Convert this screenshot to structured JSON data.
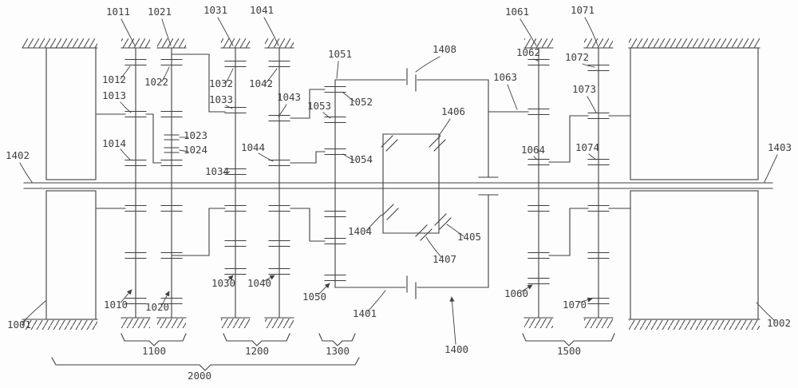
{
  "colors": {
    "ink": "#3f3f3f",
    "paper": "#fdfdfd"
  },
  "labels": {
    "1011": "1011",
    "1021": "1021",
    "1031": "1031",
    "1041": "1041",
    "1051": "1051",
    "1408": "1408",
    "1061": "1061",
    "1071": "1071",
    "1012": "1012",
    "1022": "1022",
    "1032": "1032",
    "1042": "1042",
    "1052": "1052",
    "1062": "1062",
    "1072": "1072",
    "1013": "1013",
    "1033": "1033",
    "1043": "1043",
    "1053": "1053",
    "1063": "1063",
    "1073": "1073",
    "1014": "1014",
    "1023": "1023",
    "1024": "1024",
    "1034": "1034",
    "1044": "1044",
    "1054": "1054",
    "1406": "1406",
    "1064": "1064",
    "1074": "1074",
    "1402": "1402",
    "1403": "1403",
    "1404": "1404",
    "1405": "1405",
    "1407": "1407",
    "1010": "1010",
    "1020": "1020",
    "1030": "1030",
    "1040": "1040",
    "1050": "1050",
    "1401": "1401",
    "1060": "1060",
    "1070": "1070",
    "1001": "1001",
    "1002": "1002",
    "1100": "1100",
    "1200": "1200",
    "1300": "1300",
    "1400": "1400",
    "1500": "1500",
    "2000": "2000"
  }
}
